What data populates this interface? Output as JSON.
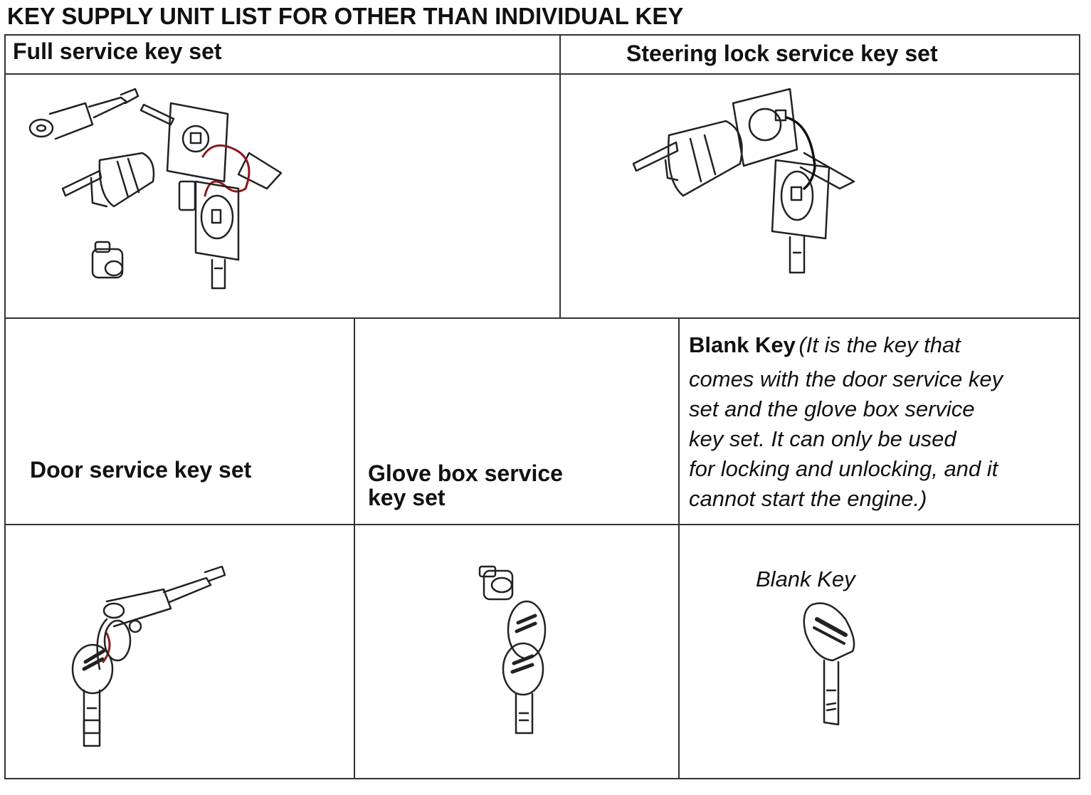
{
  "page": {
    "title": "KEY SUPPLY UNIT LIST FOR OTHER THAN INDIVIDUAL KEY"
  },
  "top_row": {
    "full_service": {
      "label": "Full service key set"
    },
    "steering_lock": {
      "label": "Steering lock service key set"
    }
  },
  "bottom_row": {
    "door": {
      "label": "Door service key set"
    },
    "glove_box": {
      "label_line1": "Glove box service",
      "label_line2": "key set"
    },
    "blank_key": {
      "label": "Blank Key",
      "description_lines": [
        "(It is the key that",
        "comes with the door service key",
        "set and the glove box service",
        "key set. It can only be used",
        "for locking and unlocking, and it",
        "cannot start the engine.)"
      ],
      "illustration_caption": "Blank Key"
    }
  },
  "colors": {
    "accent_tag_wire": "#8b1a1a",
    "line": "#333333"
  }
}
